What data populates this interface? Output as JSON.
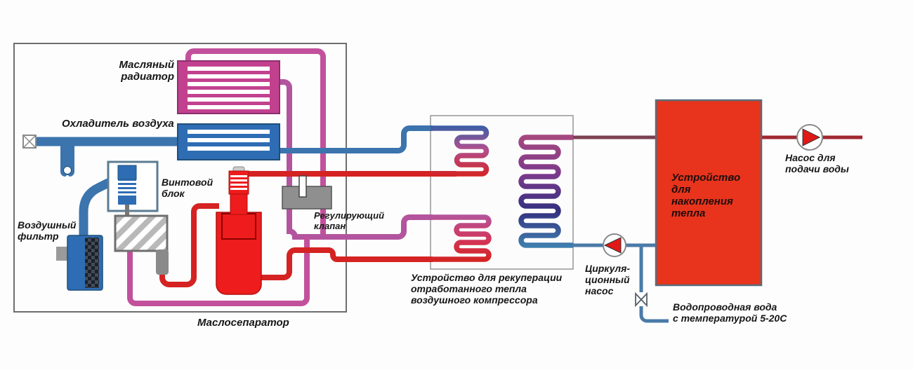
{
  "diagram_title": "Air compressor heat recovery schematic",
  "labels": {
    "oil_radiator": {
      "lines": [
        "Масляный",
        "радиатор"
      ]
    },
    "air_cooler": {
      "text": "Охладитель воздуха"
    },
    "air_filter": {
      "lines": [
        "Воздушный",
        "фильтр"
      ]
    },
    "screw_block": {
      "lines": [
        "Винтовой",
        "блок"
      ]
    },
    "control_valve": {
      "lines": [
        "Регулирующий",
        "клапан"
      ]
    },
    "oil_separator": {
      "text": "Маслосепаратор"
    },
    "recovery_device": {
      "lines": [
        "Устройство для рекуперации",
        "отработанного тепла",
        "воздушного компрессора"
      ]
    },
    "circulation_pump": {
      "lines": [
        "Циркуля-",
        "ционный",
        "насос"
      ]
    },
    "heat_storage": {
      "lines": [
        "Устройство",
        "для",
        "накопления",
        "тепла"
      ]
    },
    "water_supply_pump": {
      "lines": [
        "Насос для",
        "подачи воды"
      ]
    },
    "tap_water": {
      "lines": [
        "Водопроводная вода",
        "с температурой 5-20С"
      ]
    }
  },
  "icons": {
    "air_inlet": "air-inlet-damper-icon",
    "moisture_drain": "moisture-drain-icon",
    "circulation_pump": "pump-icon",
    "water_supply_pump": "pump-icon",
    "tap_water_valve": "gate-valve-icon"
  },
  "colors": {
    "pipe_blue": "#3c74ad",
    "pipe_blue_dark": "#1f4e7a",
    "pipe_pink": "#c2519c",
    "pipe_purple": "#b3559e",
    "pipe_red": "#d42322",
    "pipe_dark_red": "#a02830",
    "pipe_maroon": "#7a4152",
    "pipe_water_blue": "#4a7aa8",
    "radiator_fill": "#c2418f",
    "cooler_fill": "#2e6db4",
    "storage_fill": "#e8341c",
    "vessel_fill": "#ee1c1c",
    "valve_gray": "#8f8f8f",
    "pump_red": "#e01818",
    "box_border": "#6e6e6e"
  }
}
